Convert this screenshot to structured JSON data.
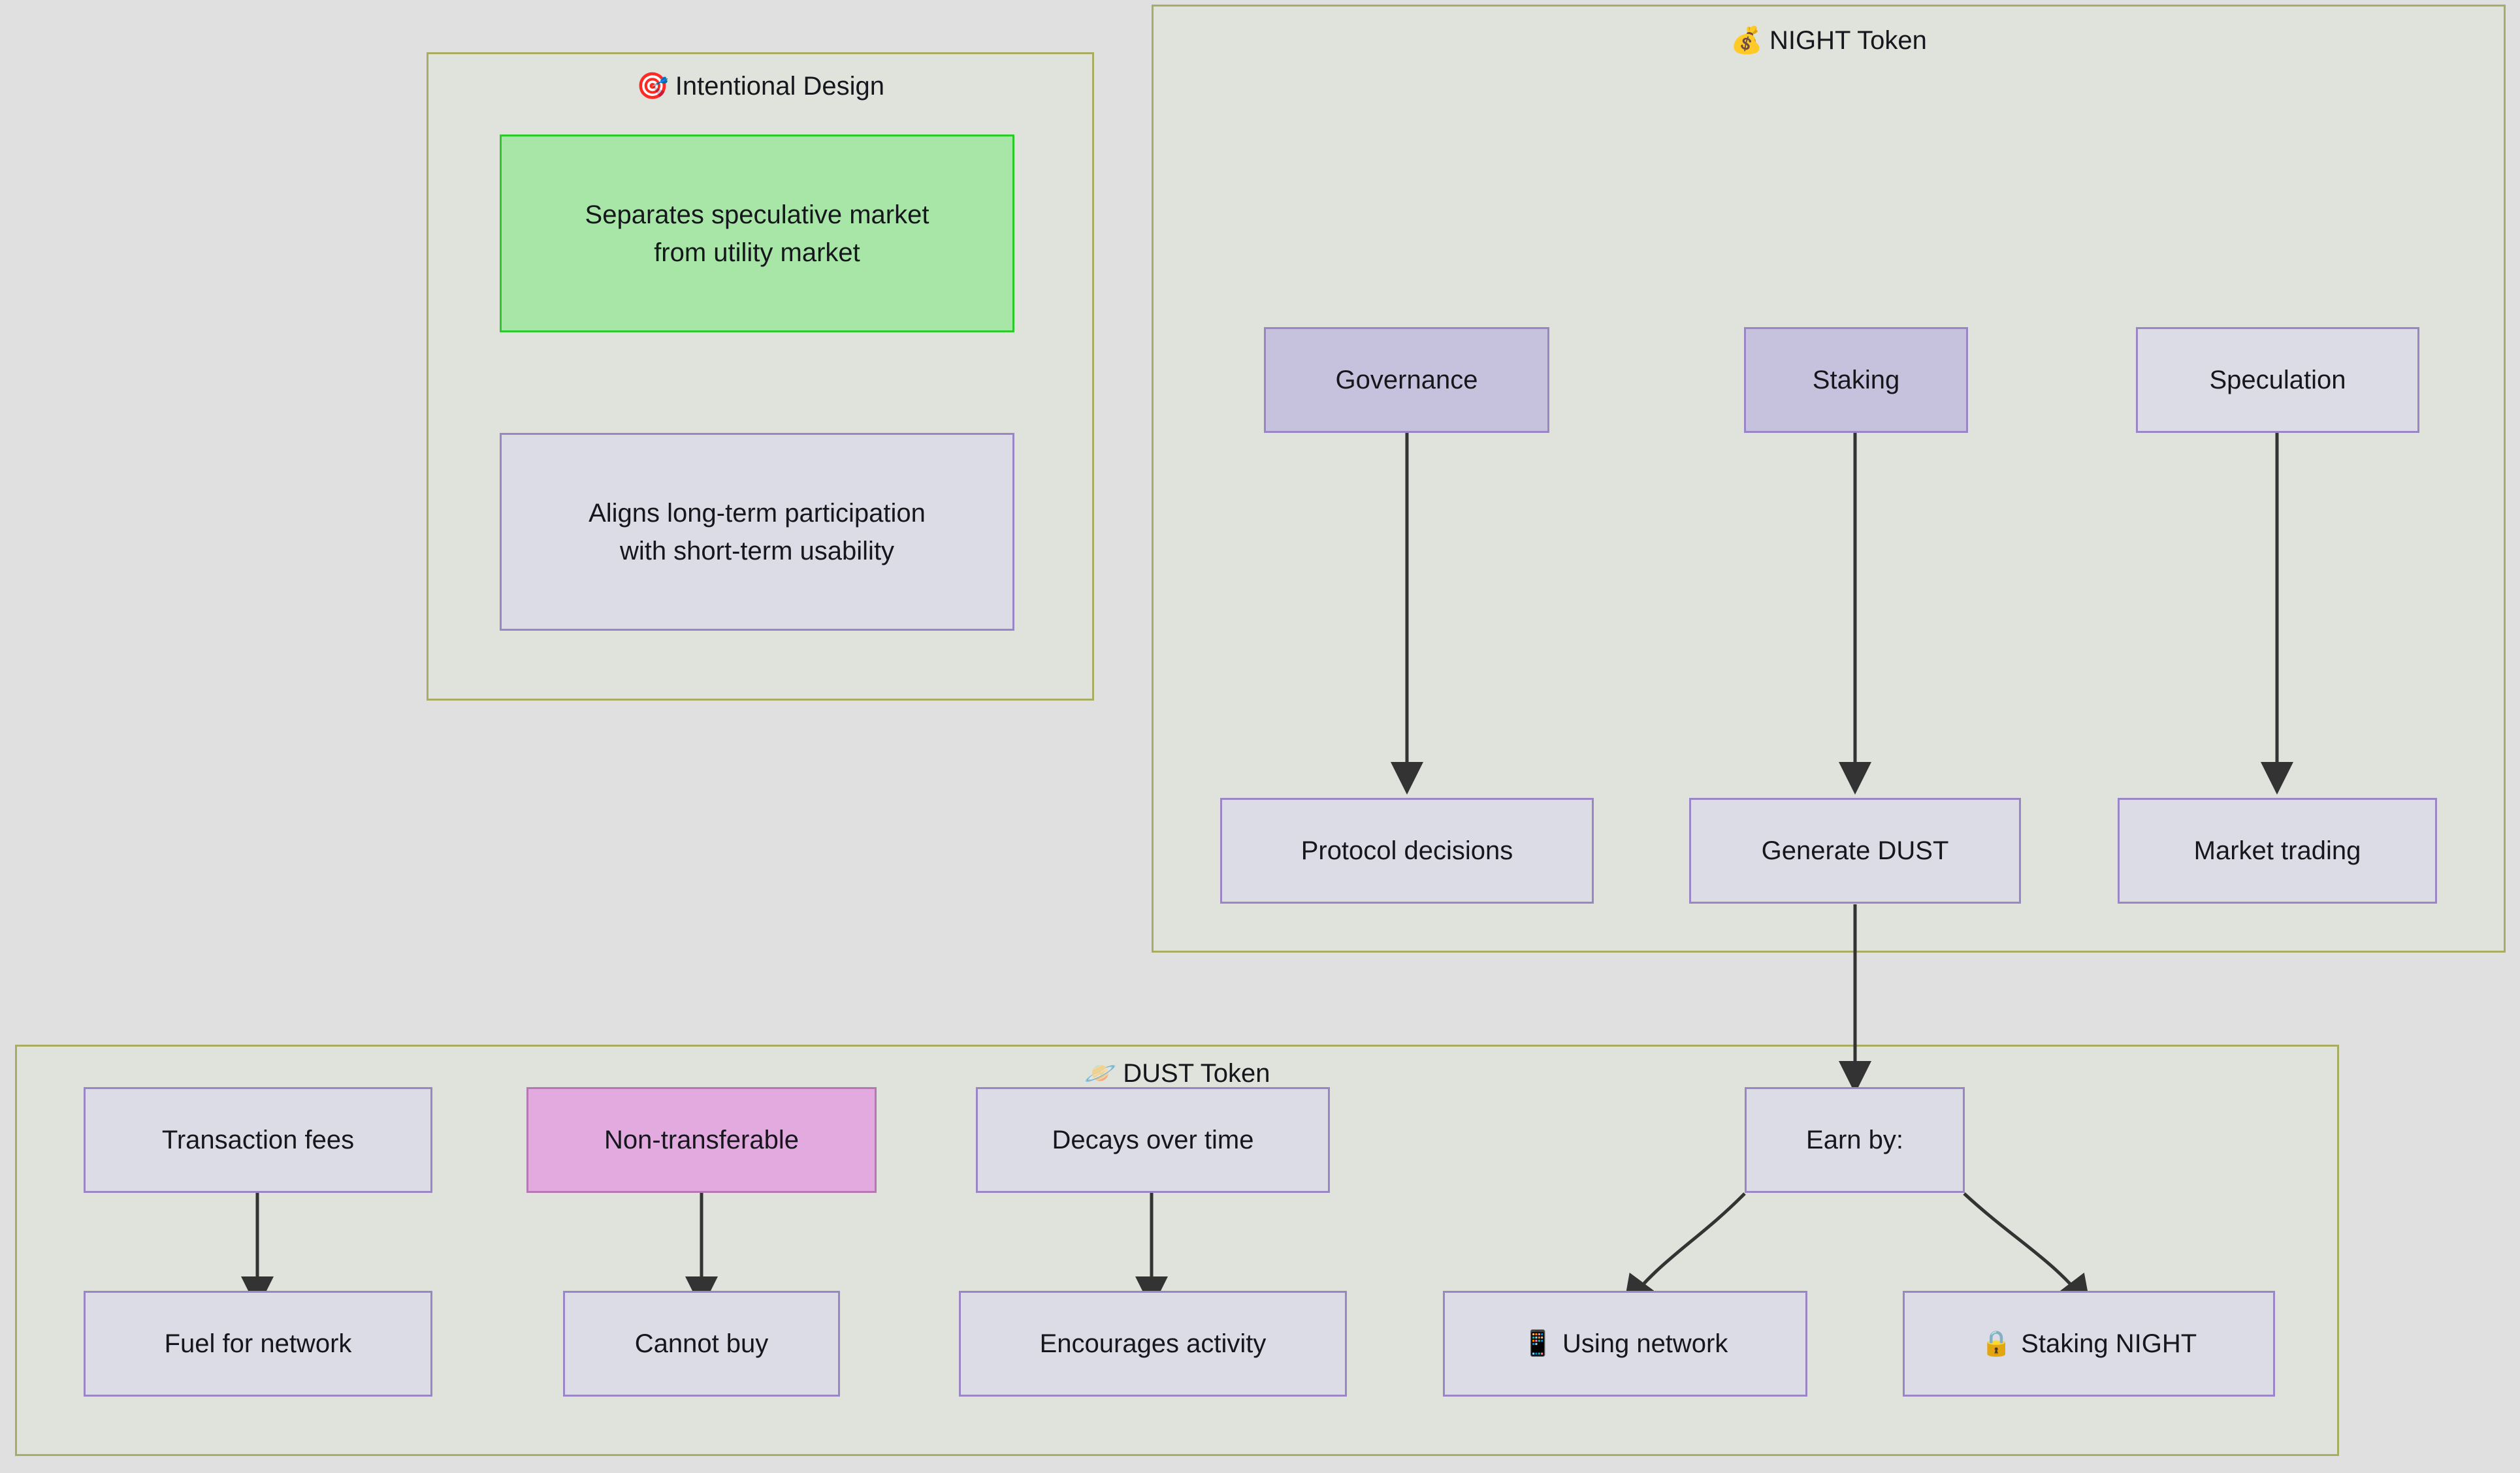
{
  "diagram": {
    "type": "flowchart",
    "background_color": "#e0e0e0",
    "cluster_fill": "#e0e2dc",
    "cluster_border": "#a8ad63",
    "node_fill": "#dcdce6",
    "node_border": "#9a86c4",
    "accent_lavender": "#c6c2de",
    "accent_green": "#a8e6a8",
    "accent_pink": "#e2aadf",
    "edge_color": "#333333"
  },
  "clusters": {
    "intentional_design": {
      "title": "Intentional Design",
      "emoji": "🎯",
      "nodes": {
        "separates": "Separates speculative market\nfrom utility market",
        "aligns": "Aligns long-term participation\nwith short-term usability"
      }
    },
    "night_token": {
      "title": "NIGHT Token",
      "emoji": "💰",
      "nodes": {
        "governance": "Governance",
        "staking": "Staking",
        "speculation": "Speculation",
        "protocol_decisions": "Protocol decisions",
        "generate_dust": "Generate DUST",
        "market_trading": "Market trading"
      }
    },
    "dust_token": {
      "title": "DUST Token",
      "emoji": "🪐",
      "nodes": {
        "transaction_fees": "Transaction fees",
        "non_transferable": "Non-transferable",
        "decays_over_time": "Decays over time",
        "earn_by": "Earn by:",
        "fuel_for_network": "Fuel for network",
        "cannot_buy": "Cannot buy",
        "encourages_activity": "Encourages activity",
        "using_network": "Using network",
        "using_network_emoji": "📱",
        "staking_night": "Staking NIGHT",
        "staking_night_emoji": "🔒"
      }
    }
  },
  "edges": [
    {
      "from": "governance",
      "to": "protocol_decisions",
      "style": "straight-arrow"
    },
    {
      "from": "staking",
      "to": "generate_dust",
      "style": "straight-arrow"
    },
    {
      "from": "speculation",
      "to": "market_trading",
      "style": "straight-arrow"
    },
    {
      "from": "generate_dust",
      "to": "earn_by",
      "style": "straight-arrow"
    },
    {
      "from": "transaction_fees",
      "to": "fuel_for_network",
      "style": "straight-arrow"
    },
    {
      "from": "non_transferable",
      "to": "cannot_buy",
      "style": "straight-arrow"
    },
    {
      "from": "decays_over_time",
      "to": "encourages_activity",
      "style": "straight-arrow"
    },
    {
      "from": "earn_by",
      "to": "using_network",
      "style": "curved-arrow"
    },
    {
      "from": "earn_by",
      "to": "staking_night",
      "style": "curved-arrow"
    }
  ]
}
